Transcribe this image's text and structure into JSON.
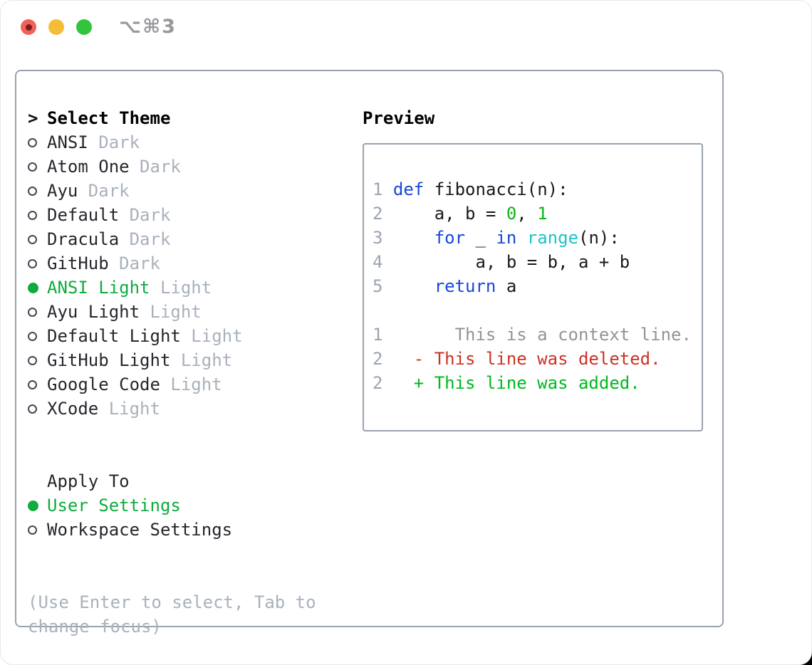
{
  "window": {
    "title": "⌥⌘3"
  },
  "theme_list": {
    "cursor": ">",
    "header": "Select Theme",
    "items": [
      {
        "name": "ANSI",
        "variant": "Dark",
        "selected": false
      },
      {
        "name": "Atom One",
        "variant": "Dark",
        "selected": false
      },
      {
        "name": "Ayu",
        "variant": "Dark",
        "selected": false
      },
      {
        "name": "Default",
        "variant": "Dark",
        "selected": false
      },
      {
        "name": "Dracula",
        "variant": "Dark",
        "selected": false
      },
      {
        "name": "GitHub",
        "variant": "Dark",
        "selected": false
      },
      {
        "name": "ANSI Light",
        "variant": "Light",
        "selected": true
      },
      {
        "name": "Ayu Light",
        "variant": "Light",
        "selected": false
      },
      {
        "name": "Default Light",
        "variant": "Light",
        "selected": false
      },
      {
        "name": "GitHub Light",
        "variant": "Light",
        "selected": false
      },
      {
        "name": "Google Code",
        "variant": "Light",
        "selected": false
      },
      {
        "name": "XCode",
        "variant": "Light",
        "selected": false
      }
    ]
  },
  "apply_to": {
    "header": "Apply To",
    "options": [
      {
        "label": "User Settings",
        "selected": true
      },
      {
        "label": "Workspace Settings",
        "selected": false
      }
    ]
  },
  "help_text": "(Use Enter to select, Tab to change focus)",
  "preview": {
    "title": "Preview",
    "code_lines": [
      {
        "num": "1",
        "tokens": [
          {
            "text": "def",
            "type": "kw"
          },
          {
            "text": " fibonacci(n):",
            "type": "pl"
          }
        ]
      },
      {
        "num": "2",
        "tokens": [
          {
            "text": "    a, b = ",
            "type": "pl"
          },
          {
            "text": "0",
            "type": "num"
          },
          {
            "text": ", ",
            "type": "pl"
          },
          {
            "text": "1",
            "type": "num"
          }
        ]
      },
      {
        "num": "3",
        "tokens": [
          {
            "text": "    ",
            "type": "pl"
          },
          {
            "text": "for",
            "type": "kw"
          },
          {
            "text": " _ ",
            "type": "pl"
          },
          {
            "text": "in",
            "type": "kw"
          },
          {
            "text": " ",
            "type": "pl"
          },
          {
            "text": "range",
            "type": "fn"
          },
          {
            "text": "(n):",
            "type": "pl"
          }
        ]
      },
      {
        "num": "4",
        "tokens": [
          {
            "text": "        a, b = b, a + b",
            "type": "pl"
          }
        ]
      },
      {
        "num": "5",
        "tokens": [
          {
            "text": "    ",
            "type": "pl"
          },
          {
            "text": "return",
            "type": "kw"
          },
          {
            "text": " a",
            "type": "pl"
          }
        ]
      }
    ],
    "diff_lines": [
      {
        "num": "1",
        "tokens": [
          {
            "text": "      This is a context line.",
            "type": "ctx"
          }
        ]
      },
      {
        "num": "2",
        "tokens": [
          {
            "text": "  - This line was deleted.",
            "type": "del"
          }
        ]
      },
      {
        "num": "2",
        "tokens": [
          {
            "text": "  + This line was added.",
            "type": "add"
          }
        ]
      }
    ]
  },
  "colors": {
    "accent-green": "#0fab3e",
    "keyword-blue": "#1747d8",
    "builtin-cyan": "#1fc3c6",
    "number-green": "#0db416",
    "deleted-red": "#cd3222",
    "added-green": "#00b81f",
    "context-gray": "#8f959b",
    "muted-gray": "#a9b1bc",
    "line-number-gray": "#9aa4b2",
    "text": "#24272c",
    "border": "#9aa2ad",
    "traffic-red": "#f2605a",
    "traffic-yellow": "#f5bd35",
    "traffic-green": "#31c43f"
  }
}
